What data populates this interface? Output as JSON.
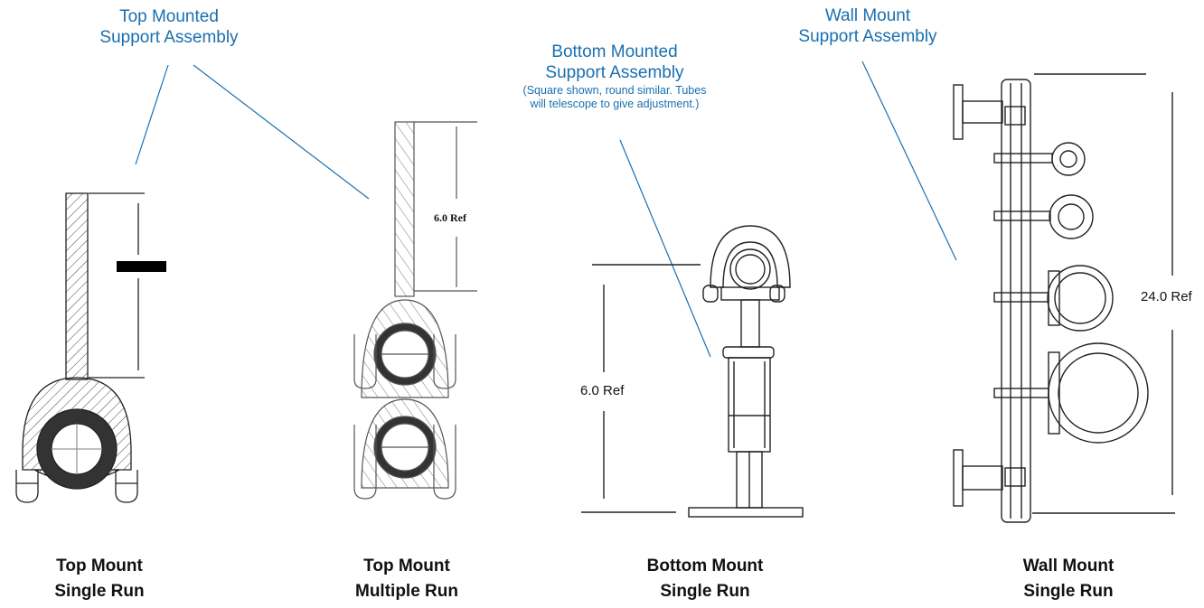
{
  "callouts": {
    "top_mounted": {
      "line1": "Top Mounted",
      "line2": "Support Assembly"
    },
    "bottom_mounted": {
      "line1": "Bottom Mounted",
      "line2": "Support Assembly",
      "note1": "(Square shown, round similar. Tubes",
      "note2": "will telescope to give adjustment.)"
    },
    "wall_mount": {
      "line1": "Wall Mount",
      "line2": "Support Assembly"
    }
  },
  "dimensions": {
    "top_multiple": "6.0 Ref",
    "bottom_single": "6.0 Ref",
    "wall_single": "24.0 Ref"
  },
  "captions": [
    {
      "line1": "Top Mount",
      "line2": "Single Run"
    },
    {
      "line1": "Top Mount",
      "line2": "Multiple Run"
    },
    {
      "line1": "Bottom Mount",
      "line2": "Single Run"
    },
    {
      "line1": "Wall Mount",
      "line2": "Single Run"
    }
  ],
  "colors": {
    "callout_text": "#1a6fb0",
    "leader_line": "#1a6fb0",
    "drawing": "#222222"
  }
}
